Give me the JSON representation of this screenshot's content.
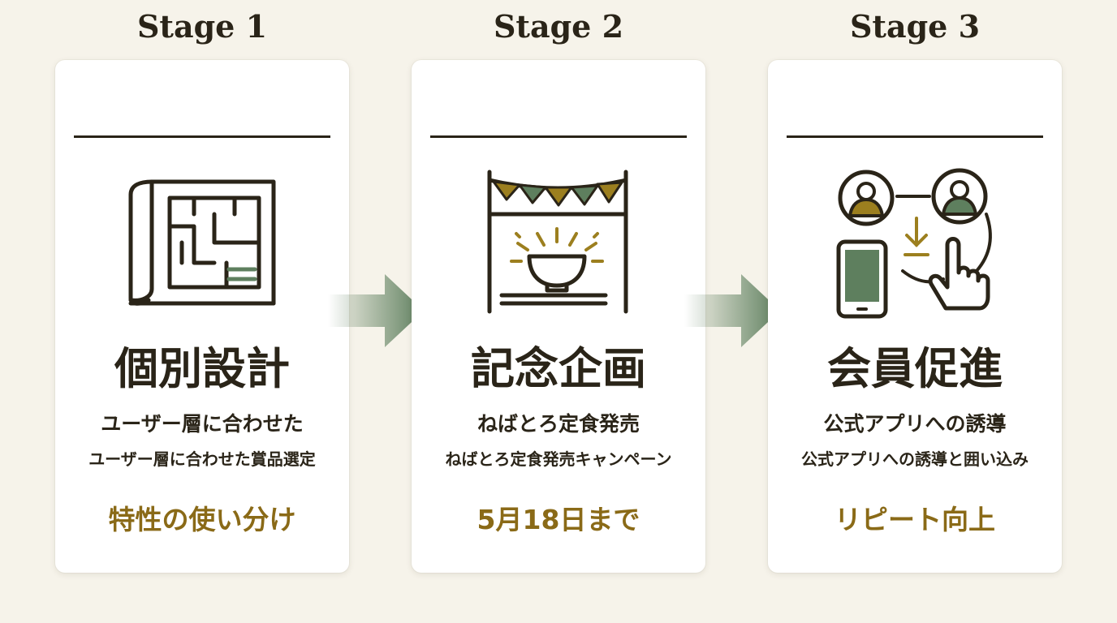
{
  "stages": [
    {
      "stage_label": "Stage 1",
      "icon": "blueprint-floorplan-icon",
      "title": "個別設計",
      "subtitle": "ユーザー層に合わせた",
      "detail": "ユーザー層に合わせた賞品選定",
      "note": "特性の使い分け"
    },
    {
      "stage_label": "Stage 2",
      "icon": "festival-bowl-icon",
      "title": "記念企画",
      "subtitle": "ねばとろ定食発売",
      "detail": "ねばとろ定食発売キャンペーン",
      "note": "5月18日まで"
    },
    {
      "stage_label": "Stage 3",
      "icon": "app-members-icon",
      "title": "会員促進",
      "subtitle": "公式アプリへの誘導",
      "detail": "公式アプリへの誘導と囲い込み",
      "note": "リピート向上"
    }
  ],
  "colors": {
    "background": "#f6f3ea",
    "card": "#ffffff",
    "text": "#2a2418",
    "accent_gold": "#8a6a17",
    "accent_green": "#5e7f5e",
    "icon_gold": "#9c7f1f"
  }
}
